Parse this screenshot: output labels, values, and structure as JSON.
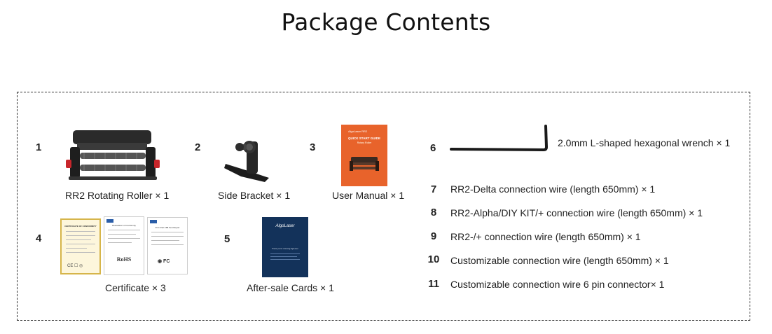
{
  "title": "Package Contents",
  "items": [
    {
      "num": "1",
      "caption": "RR2 Rotating Roller × 1",
      "icon": "rotating-roller-image"
    },
    {
      "num": "2",
      "caption": "Side Bracket × 1",
      "icon": "side-bracket-image"
    },
    {
      "num": "3",
      "caption": "User Manual × 1",
      "icon": "user-manual-image"
    },
    {
      "num": "4",
      "caption": "Certificate  × 3",
      "icon": "certificate-image"
    },
    {
      "num": "5",
      "caption": "After-sale Cards × 1",
      "icon": "after-sale-card-image"
    },
    {
      "num": "6",
      "caption": "2.0mm L-shaped hexagonal wrench × 1",
      "icon": "hex-wrench-image"
    }
  ],
  "wires": [
    {
      "num": "7",
      "text": "RR2-Delta connection wire (length 650mm) × 1"
    },
    {
      "num": "8",
      "text": "RR2-Alpha/DIY KIT/+ connection wire (length 650mm) × 1"
    },
    {
      "num": "9",
      "text": "RR2-/+ connection wire (length 650mm) × 1"
    },
    {
      "num": "10",
      "text": "Customizable connection wire (length 650mm) × 1"
    },
    {
      "num": "11",
      "text": "Customizable connection wire 6 pin connector× 1"
    }
  ],
  "manual": {
    "brand": "AlgoLaser RR2",
    "heading": "QUICK START GUIDE",
    "sub": "Rotary Roller"
  },
  "card": {
    "brand": "AlgoLaser",
    "line": "Thank you for choosing AlgoLaser"
  },
  "certs": {
    "c1": "CERTIFICATE OF CONFORMITY",
    "c2": "Declaration of Conformity",
    "c3": "FCC Part 15B Test Report",
    "rohs": "RoHS"
  },
  "colors": {
    "manual": "#e8632b",
    "card": "#13325a",
    "roller": "#2a2a2a",
    "accent_red": "#c8262b"
  }
}
